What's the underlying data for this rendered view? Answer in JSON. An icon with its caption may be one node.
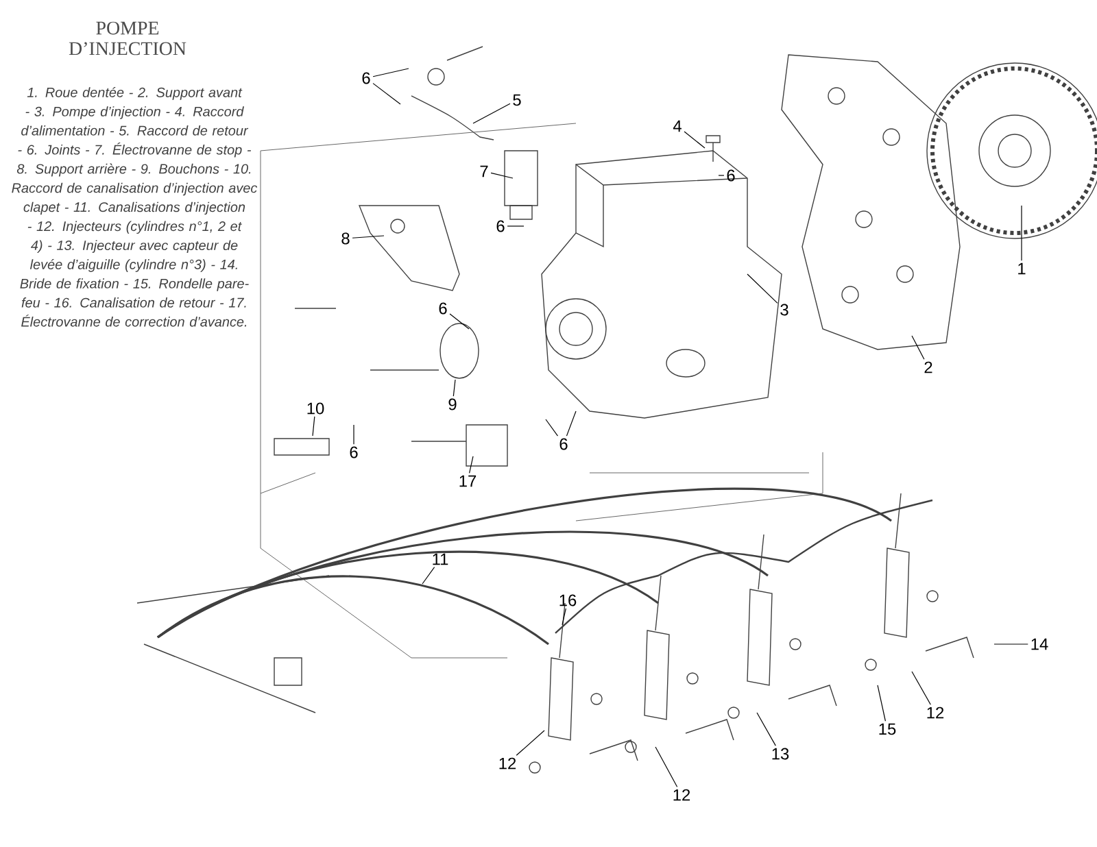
{
  "diagram": {
    "title": "POMPE D’INJECTION",
    "nodes": [
      {
        "text": [
          "6"
        ]
      },
      {
        "text": [
          "5"
        ]
      },
      {
        "text": [
          "4"
        ]
      },
      {
        "text": [
          "6"
        ]
      },
      {
        "text": [
          "7"
        ]
      },
      {
        "text": [
          "6"
        ]
      },
      {
        "text": [
          "8"
        ]
      },
      {
        "text": [
          "1"
        ]
      },
      {
        "text": [
          "3"
        ]
      },
      {
        "text": [
          "6"
        ]
      },
      {
        "text": [
          "9"
        ]
      },
      {
        "text": [
          "2"
        ]
      },
      {
        "text": [
          "10"
        ]
      },
      {
        "text": [
          "6"
        ]
      },
      {
        "text": [
          "6"
        ]
      },
      {
        "text": [
          "17"
        ]
      },
      {
        "text": [
          "11"
        ]
      },
      {
        "text": [
          "16"
        ]
      },
      {
        "text": [
          "12"
        ]
      },
      {
        "text": [
          "12"
        ]
      },
      {
        "text": [
          "13"
        ]
      },
      {
        "text": [
          "15"
        ]
      },
      {
        "text": [
          "12"
        ]
      },
      {
        "text": [
          "14"
        ]
      }
    ],
    "edges": [
      {
        "from": 0,
        "to": null,
        "arrow": "none"
      },
      {
        "from": 0,
        "to": null,
        "arrow": "none"
      },
      {
        "from": 1,
        "to": null,
        "arrow": "none"
      },
      {
        "from": 2,
        "to": null,
        "arrow": "none"
      },
      {
        "from": 3,
        "to": null,
        "arrow": "none"
      },
      {
        "from": 4,
        "to": null,
        "arrow": "none"
      },
      {
        "from": 5,
        "to": null,
        "arrow": "none"
      },
      {
        "from": 6,
        "to": null,
        "arrow": "none"
      },
      {
        "from": 7,
        "to": null,
        "arrow": "none"
      },
      {
        "from": 8,
        "to": null,
        "arrow": "none"
      },
      {
        "from": 9,
        "to": null,
        "arrow": "none"
      },
      {
        "from": 10,
        "to": null,
        "arrow": "none"
      },
      {
        "from": 11,
        "to": null,
        "arrow": "none"
      },
      {
        "from": 12,
        "to": null,
        "arrow": "none"
      },
      {
        "from": 13,
        "to": null,
        "arrow": "none"
      },
      {
        "from": 14,
        "to": null,
        "arrow": "none"
      },
      {
        "from": 14,
        "to": null,
        "arrow": "none"
      },
      {
        "from": 15,
        "to": null,
        "arrow": "none"
      },
      {
        "from": 16,
        "to": null,
        "arrow": "none"
      },
      {
        "from": 17,
        "to": null,
        "arrow": "none"
      },
      {
        "from": 18,
        "to": null,
        "arrow": "none"
      },
      {
        "from": 19,
        "to": null,
        "arrow": "none"
      },
      {
        "from": 20,
        "to": null,
        "arrow": "none"
      },
      {
        "from": 21,
        "to": null,
        "arrow": "none"
      },
      {
        "from": 22,
        "to": null,
        "arrow": "none"
      },
      {
        "from": 23,
        "to": null,
        "arrow": "none"
      }
    ],
    "labels": [
      "1. Roue dentée - 2. Support avant - 3. Pompe d’injection - 4. Raccord d’alimentation - 5. Raccord de retour - 6. Joints - 7. Électrovanne de stop - 8. Support arrière - 9. Bouchons - 10. Raccord de canalisation d’injection avec clapet - 11. Canalisations d’injection - 12. Injecteurs (cylindres n°1, 2 et 4) - 13. Injecteur avec capteur de levée d’aiguille (cylindre n°3) - 14. Bride de fixation - 15. Rondelle pare-feu - 16. Canalisation de retour - 17. Électrovanne de correction d’avance."
    ]
  }
}
